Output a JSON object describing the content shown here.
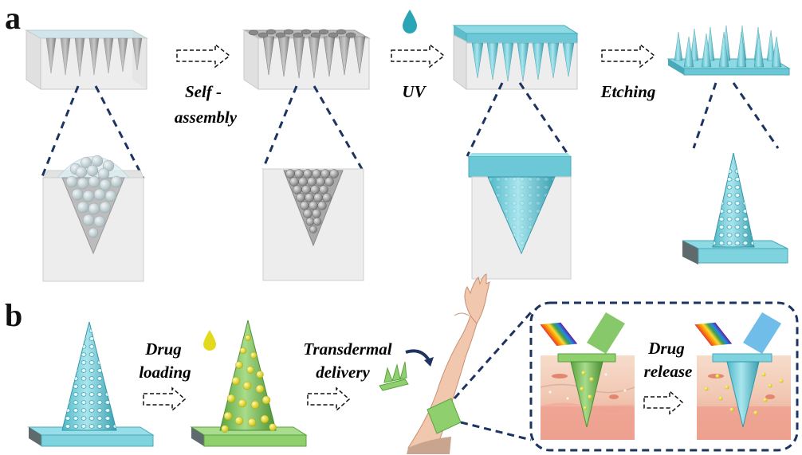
{
  "panels": {
    "a": {
      "letter": "a"
    },
    "b": {
      "letter": "b"
    }
  },
  "labels": {
    "self_assembly_line1": "Self -",
    "self_assembly_line2": "assembly",
    "uv": "UV",
    "etching": "Etching",
    "drug_loading_line1": "Drug",
    "drug_loading_line2": "loading",
    "transdermal_line1": "Transdermal",
    "transdermal_line2": "delivery",
    "drug_release_line1": "Drug",
    "drug_release_line2": "release"
  },
  "colors": {
    "mold": "#e9e9ea",
    "cyan": "#7fd3df",
    "cyan_dark": "#3aa9bb",
    "green": "#8fcf6e",
    "green_dark": "#5aa33f",
    "yellow": "#e8e020",
    "navy": "#1d3461",
    "skin": "#f1c7ad"
  }
}
